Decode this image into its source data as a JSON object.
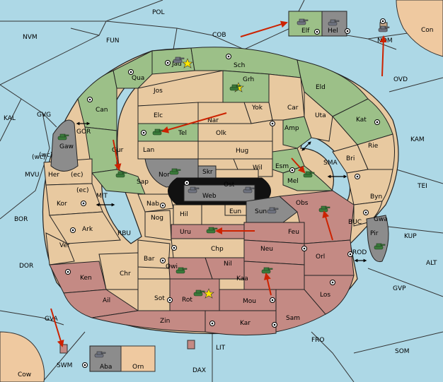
{
  "sea_labels": [
    "POL",
    "NVM",
    "FUN",
    "COB",
    "Con",
    "NOM",
    "OVD",
    "KAL",
    "GVG",
    "GOR",
    "KAM",
    "(wc)",
    "MIT",
    "MVU",
    "SMA",
    "TEI",
    "BOR",
    "RBU",
    "BUC",
    "KUP",
    "DOR",
    "ROD",
    "ALT",
    "GVP",
    "GVA",
    "FRO",
    "SOM",
    "SWM",
    "LIT",
    "DAX",
    "Cow"
  ],
  "land_labels": [
    "Jad",
    "Sch",
    "Qua",
    "Grh",
    "Jos",
    "Eld",
    "Can",
    "Yok",
    "Car",
    "Elc",
    "Nar",
    "Uta",
    "Kat",
    "Tel",
    "Olk",
    "Amp",
    "Gaw",
    "Gur",
    "Lan",
    "Hug",
    "Rie",
    "Bri",
    "Nor",
    "Skr",
    "Wil",
    "Esm",
    "(wc)",
    "Her",
    "(ec)",
    "Sap",
    "Ost",
    "Mel",
    "Byn",
    "Web",
    "(ec)",
    "Kor",
    "Nab",
    "Eun",
    "Obs",
    "Gwa",
    "Hil",
    "Sun",
    "Ark",
    "Nog",
    "Uru",
    "Feu",
    "Pir",
    "Ver",
    "Chp",
    "Neu",
    "Orl",
    "Bar",
    "Nil",
    "Ken",
    "Qwi",
    "Kaa",
    "Chr",
    "Los",
    "Ail",
    "Rot",
    "Mou",
    "Sot",
    "Zin",
    "Kar",
    "Sam",
    "Elf",
    "Hel",
    "Aba",
    "Orn"
  ],
  "colors": {
    "sea": "#add8e6",
    "neutral": "#e8c9a0",
    "green": "#9cc088",
    "red": "#c48a84",
    "grey": "#8c8c8c",
    "arrow": "#cc2200"
  },
  "icons": [
    "tank-unit-icon",
    "supply-center-icon",
    "star-marker-icon",
    "move-arrow-icon",
    "double-arrow-icon"
  ]
}
